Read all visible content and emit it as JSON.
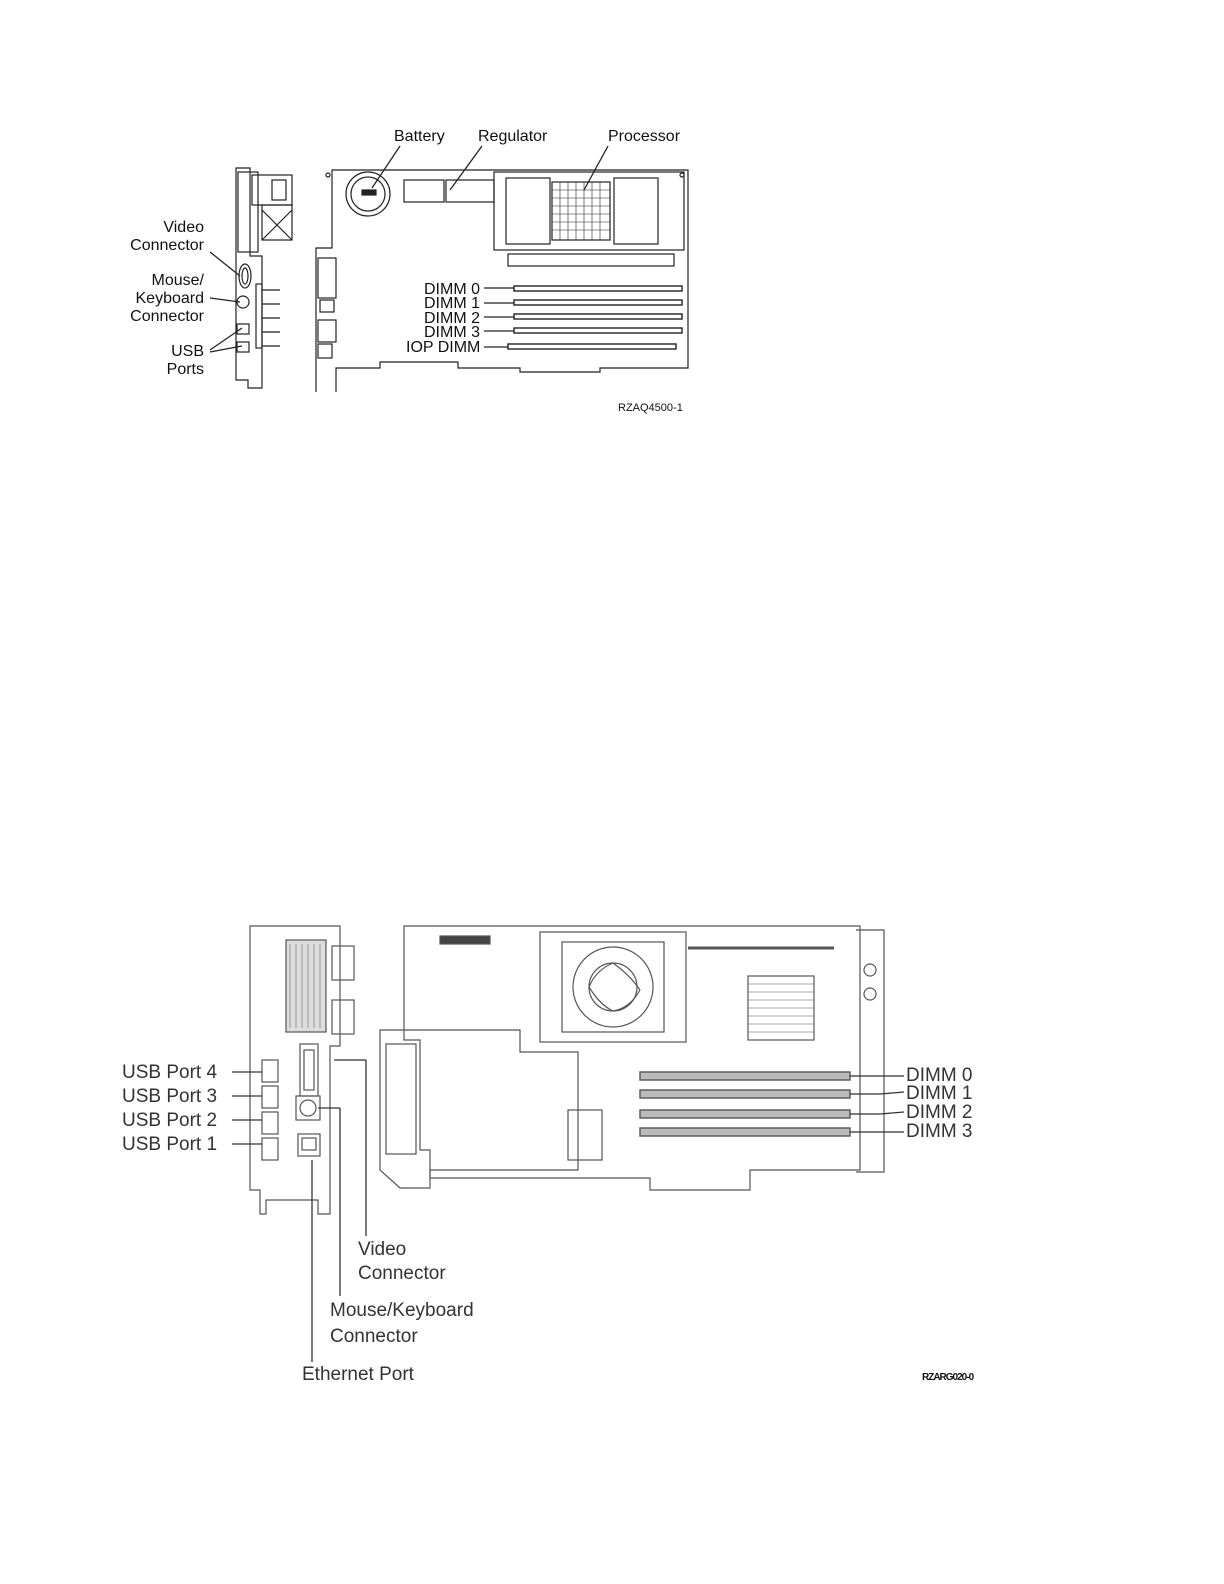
{
  "figure1": {
    "labels": {
      "battery": "Battery",
      "regulator": "Regulator",
      "processor": "Processor",
      "video_connector_1": "Video",
      "video_connector_2": "Connector",
      "mouse_keyboard_1": "Mouse/",
      "mouse_keyboard_2": "Keyboard",
      "mouse_keyboard_3": "Connector",
      "usb_ports_1": "USB",
      "usb_ports_2": "Ports",
      "dimm0": "DIMM 0",
      "dimm1": "DIMM 1",
      "dimm2": "DIMM 2",
      "dimm3": "DIMM 3",
      "iop_dimm": "IOP DIMM"
    },
    "figure_code": "RZAQ4500-1"
  },
  "figure2": {
    "labels": {
      "usb_port4": "USB Port 4",
      "usb_port3": "USB Port 3",
      "usb_port2": "USB Port 2",
      "usb_port1": "USB Port 1",
      "dimm0": "DIMM 0",
      "dimm1": "DIMM 1",
      "dimm2": "DIMM 2",
      "dimm3": "DIMM 3",
      "video_connector_1": "Video",
      "video_connector_2": "Connector",
      "mouse_keyboard_1": "Mouse/Keyboard",
      "mouse_keyboard_2": "Connector",
      "ethernet_port": "Ethernet Port"
    },
    "figure_code": "RZARG020-0"
  }
}
